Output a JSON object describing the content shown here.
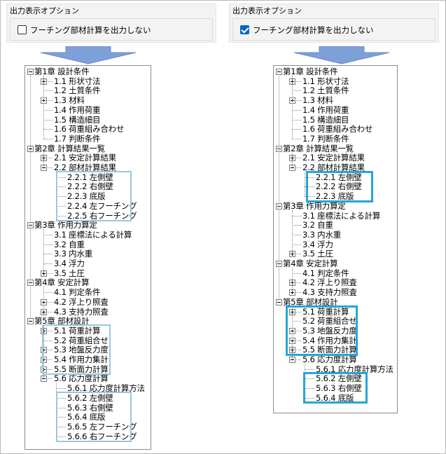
{
  "options_title": "出力表示オプション",
  "option_label": "フーチング部材計算を出力しない",
  "left_checked": false,
  "right_checked": true,
  "left_tree": [
    {
      "label": "第1章 設計条件",
      "level": 0,
      "toggle": "minus"
    },
    {
      "label": "1.1 形状寸法",
      "level": 1,
      "toggle": "plus"
    },
    {
      "label": "1.2 土質条件",
      "level": 1
    },
    {
      "label": "1.3 材料",
      "level": 1,
      "toggle": "plus"
    },
    {
      "label": "1.4 作用荷重",
      "level": 1
    },
    {
      "label": "1.5 構造細目",
      "level": 1
    },
    {
      "label": "1.6 荷重組み合わせ",
      "level": 1
    },
    {
      "label": "1.7 判断条件",
      "level": 1
    },
    {
      "label": "第2章 計算結果一覧",
      "level": 0,
      "toggle": "minus"
    },
    {
      "label": "2.1 安定計算結果",
      "level": 1,
      "toggle": "plus"
    },
    {
      "label": "2.2 部材計算結果",
      "level": 1,
      "toggle": "minus"
    },
    {
      "label": "2.2.1 左側壁",
      "level": 2
    },
    {
      "label": "2.2.2 右側壁",
      "level": 2
    },
    {
      "label": "2.2.3 底版",
      "level": 2
    },
    {
      "label": "2.2.4 左フーチング",
      "level": 2
    },
    {
      "label": "2.2.5 右フーチング",
      "level": 2
    },
    {
      "label": "第3章 作用力算定",
      "level": 0,
      "toggle": "minus"
    },
    {
      "label": "3.1 座標法による計算",
      "level": 1
    },
    {
      "label": "3.2 自重",
      "level": 1
    },
    {
      "label": "3.3 内水重",
      "level": 1
    },
    {
      "label": "3.4 浮力",
      "level": 1
    },
    {
      "label": "3.5 土圧",
      "level": 1,
      "toggle": "plus"
    },
    {
      "label": "第4章 安定計算",
      "level": 0,
      "toggle": "minus"
    },
    {
      "label": "4.1 判定条件",
      "level": 1
    },
    {
      "label": "4.2 浮上り照査",
      "level": 1,
      "toggle": "plus"
    },
    {
      "label": "4.3 支持力照査",
      "level": 1,
      "toggle": "plus"
    },
    {
      "label": "第5章 部材設計",
      "level": 0,
      "toggle": "minus"
    },
    {
      "label": "5.1 荷重計算",
      "level": 1,
      "toggle": "plus"
    },
    {
      "label": "5.2 荷重組合せ",
      "level": 1
    },
    {
      "label": "5.3 地盤反力度",
      "level": 1,
      "toggle": "plus"
    },
    {
      "label": "5.4 作用力集計",
      "level": 1,
      "toggle": "plus"
    },
    {
      "label": "5.5 断面力計算",
      "level": 1,
      "toggle": "plus"
    },
    {
      "label": "5.6 応力度計算",
      "level": 1,
      "toggle": "minus"
    },
    {
      "label": "5.6.1 応力度計算方法",
      "level": 2
    },
    {
      "label": "5.6.2 左側壁",
      "level": 2
    },
    {
      "label": "5.6.3 右側壁",
      "level": 2
    },
    {
      "label": "5.6.4 底版",
      "level": 2
    },
    {
      "label": "5.6.5 左フーチング",
      "level": 2
    },
    {
      "label": "5.6.6 右フーチング",
      "level": 2
    }
  ],
  "right_tree": [
    {
      "label": "第1章 設計条件",
      "level": 0,
      "toggle": "minus"
    },
    {
      "label": "1.1 形状寸法",
      "level": 1,
      "toggle": "plus"
    },
    {
      "label": "1.2 土質条件",
      "level": 1
    },
    {
      "label": "1.3 材料",
      "level": 1,
      "toggle": "plus"
    },
    {
      "label": "1.4 作用荷重",
      "level": 1
    },
    {
      "label": "1.5 構造細目",
      "level": 1
    },
    {
      "label": "1.6 荷重組み合わせ",
      "level": 1
    },
    {
      "label": "1.7 判断条件",
      "level": 1
    },
    {
      "label": "第2章 計算結果一覧",
      "level": 0,
      "toggle": "minus"
    },
    {
      "label": "2.1 安定計算結果",
      "level": 1,
      "toggle": "plus"
    },
    {
      "label": "2.2 部材計算結果",
      "level": 1,
      "toggle": "minus"
    },
    {
      "label": "2.2.1 左側壁",
      "level": 2
    },
    {
      "label": "2.2.2 右側壁",
      "level": 2
    },
    {
      "label": "2.2.3 底版",
      "level": 2
    },
    {
      "label": "第3章 作用力算定",
      "level": 0,
      "toggle": "minus"
    },
    {
      "label": "3.1 座標法による計算",
      "level": 1
    },
    {
      "label": "3.2 自重",
      "level": 1
    },
    {
      "label": "3.3 内水重",
      "level": 1
    },
    {
      "label": "3.4 浮力",
      "level": 1
    },
    {
      "label": "3.5 土圧",
      "level": 1,
      "toggle": "plus"
    },
    {
      "label": "第4章 安定計算",
      "level": 0,
      "toggle": "minus"
    },
    {
      "label": "4.1 判定条件",
      "level": 1
    },
    {
      "label": "4.2 浮上り照査",
      "level": 1,
      "toggle": "plus"
    },
    {
      "label": "4.3 支持力照査",
      "level": 1,
      "toggle": "plus"
    },
    {
      "label": "第5章 部材設計",
      "level": 0,
      "toggle": "minus"
    },
    {
      "label": "5.1 荷重計算",
      "level": 1,
      "toggle": "plus"
    },
    {
      "label": "5.2 荷重組合せ",
      "level": 1
    },
    {
      "label": "5.3 地盤反力度",
      "level": 1,
      "toggle": "plus"
    },
    {
      "label": "5.4 作用力集計",
      "level": 1,
      "toggle": "plus"
    },
    {
      "label": "5.5 断面力計算",
      "level": 1,
      "toggle": "plus"
    },
    {
      "label": "5.6 応力度計算",
      "level": 1,
      "toggle": "minus"
    },
    {
      "label": "5.6.1 応力度計算方法",
      "level": 2
    },
    {
      "label": "5.6.2 左側壁",
      "level": 2
    },
    {
      "label": "5.6.3 右側壁",
      "level": 2
    },
    {
      "label": "5.6.4 底版",
      "level": 2
    }
  ],
  "colors": {
    "arrow_fill": "#7f9fd8",
    "highlight_light": "#99c7e0",
    "highlight_dark": "#26a6d8",
    "checkbox_checked": "#0067c0"
  }
}
